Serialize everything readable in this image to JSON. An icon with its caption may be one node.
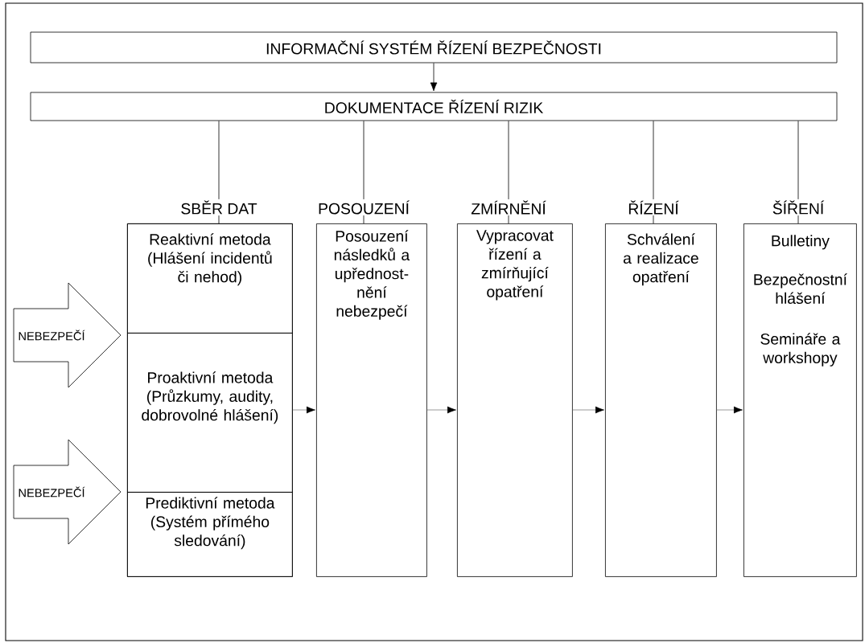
{
  "diagram": {
    "nodes": [
      {
        "text": [
          "INFORMAČNÍ SYSTÉM ŘÍZENÍ BEZPEČNOSTI"
        ]
      },
      {
        "text": [
          "DOKUMENTACE ŘÍZENÍ RIZIK"
        ]
      },
      {
        "text": [
          "SBĚR DAT"
        ]
      },
      {
        "text": [
          "Reaktivní metoda (Hlášení incidentů či nehod)"
        ],
        "in": 2
      },
      {
        "text": [
          "Proaktivní metoda (Průzkumy, audity, dobrovolné hlášení)"
        ],
        "in": 2
      },
      {
        "text": [
          "Prediktivní metoda (Systém přímého sledování)"
        ],
        "in": 2
      },
      {
        "text": [
          "POSOUZENÍ",
          "Posouzení následků a upřednost- nění nebezpečí"
        ]
      },
      {
        "text": [
          "ZMÍRNĚNÍ",
          "Vypracovat řízení a zmírňující opatření"
        ]
      },
      {
        "text": [
          "ŘÍZENÍ",
          "Schválení a realizace opatření"
        ]
      },
      {
        "text": [
          "ŠÍŘENÍ",
          "Bulletiny",
          "Bezpečnostní hlášení",
          "Semináře a workshopy"
        ]
      },
      {
        "text": [
          "NEBEZPEČÍ"
        ]
      },
      {
        "text": [
          "NEBEZPEČÍ"
        ]
      }
    ],
    "edges": [
      {
        "from": 0,
        "to": 1,
        "arrow": "to"
      },
      {
        "from": 1,
        "to": 2,
        "arrow": "none"
      },
      {
        "from": 1,
        "to": 6,
        "arrow": "none"
      },
      {
        "from": 1,
        "to": 7,
        "arrow": "none"
      },
      {
        "from": 1,
        "to": 8,
        "arrow": "none"
      },
      {
        "from": 1,
        "to": 9,
        "arrow": "none"
      },
      {
        "from": 2,
        "to": 6,
        "arrow": "to",
        "color": "#808080"
      },
      {
        "from": 6,
        "to": 7,
        "arrow": "to",
        "color": "#808080"
      },
      {
        "from": 7,
        "to": 8,
        "arrow": "to",
        "color": "#808080"
      },
      {
        "from": 8,
        "to": 9,
        "arrow": "to",
        "color": "#808080"
      }
    ]
  }
}
